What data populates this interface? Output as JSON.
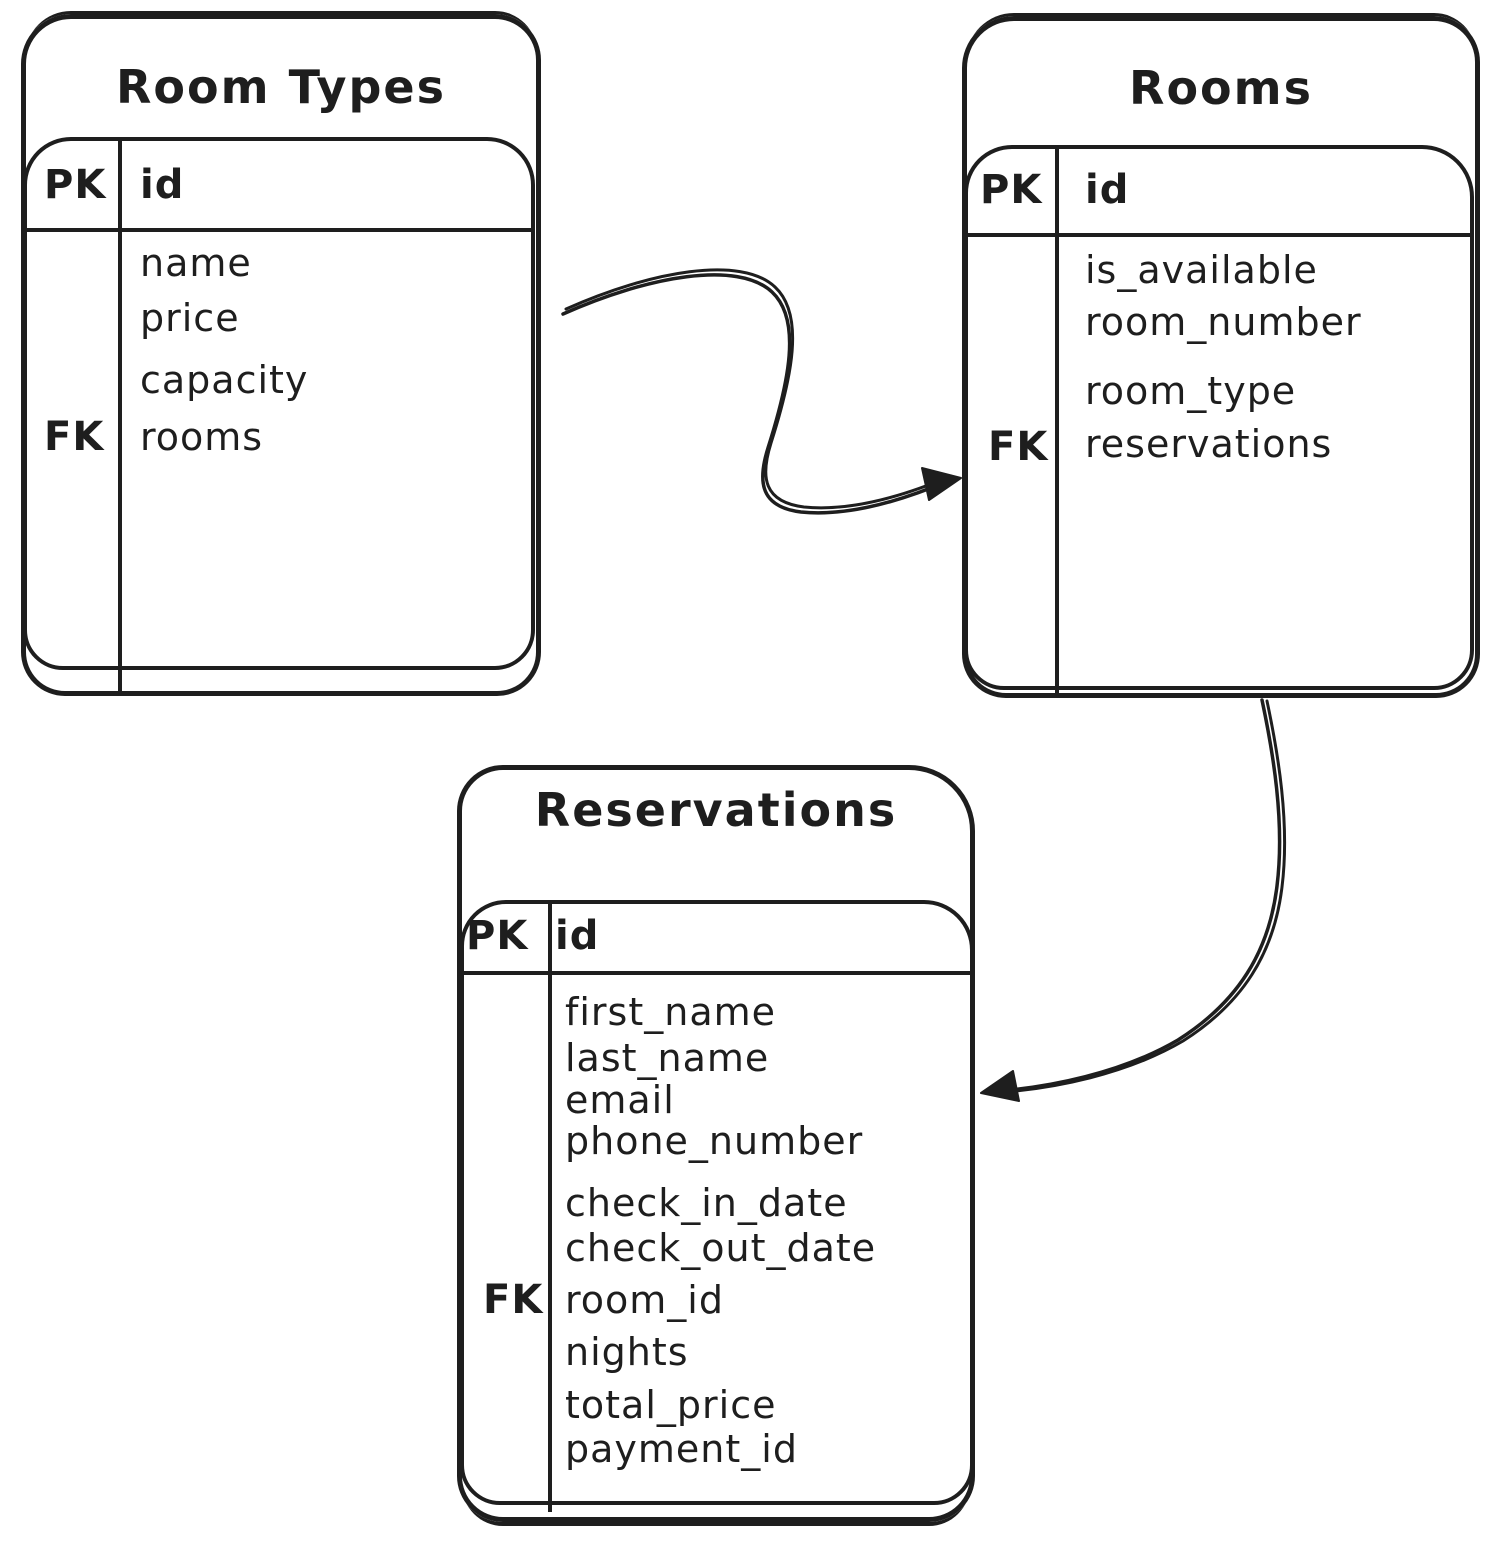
{
  "canvas": {
    "background": "#ffffff",
    "stroke": "#1e1e1e"
  },
  "tables": [
    {
      "key": "room-types",
      "title": "Room Types",
      "pk_label": "PK",
      "fk_label": "FK",
      "pk_field": "id",
      "fields": [
        "name",
        "price",
        "capacity",
        "rooms"
      ],
      "fk_field": "rooms"
    },
    {
      "key": "rooms",
      "title": "Rooms",
      "pk_label": "PK",
      "fk_label": "FK",
      "pk_field": "id",
      "fields": [
        "is_available",
        "room_number",
        "room_type",
        "reservations"
      ],
      "fk_field": "reservations"
    },
    {
      "key": "reservations",
      "title": "Reservations",
      "pk_label": "PK",
      "fk_label": "FK",
      "pk_field": "id",
      "fields": [
        "first_name",
        "last_name",
        "email",
        "phone_number",
        "check_in_date",
        "check_out_date",
        "room_id",
        "nights",
        "total_price",
        "payment_id"
      ],
      "fk_field": "room_id"
    }
  ],
  "relationships": [
    {
      "from": "Room Types",
      "to": "Rooms"
    },
    {
      "from": "Rooms",
      "to": "Reservations"
    }
  ]
}
